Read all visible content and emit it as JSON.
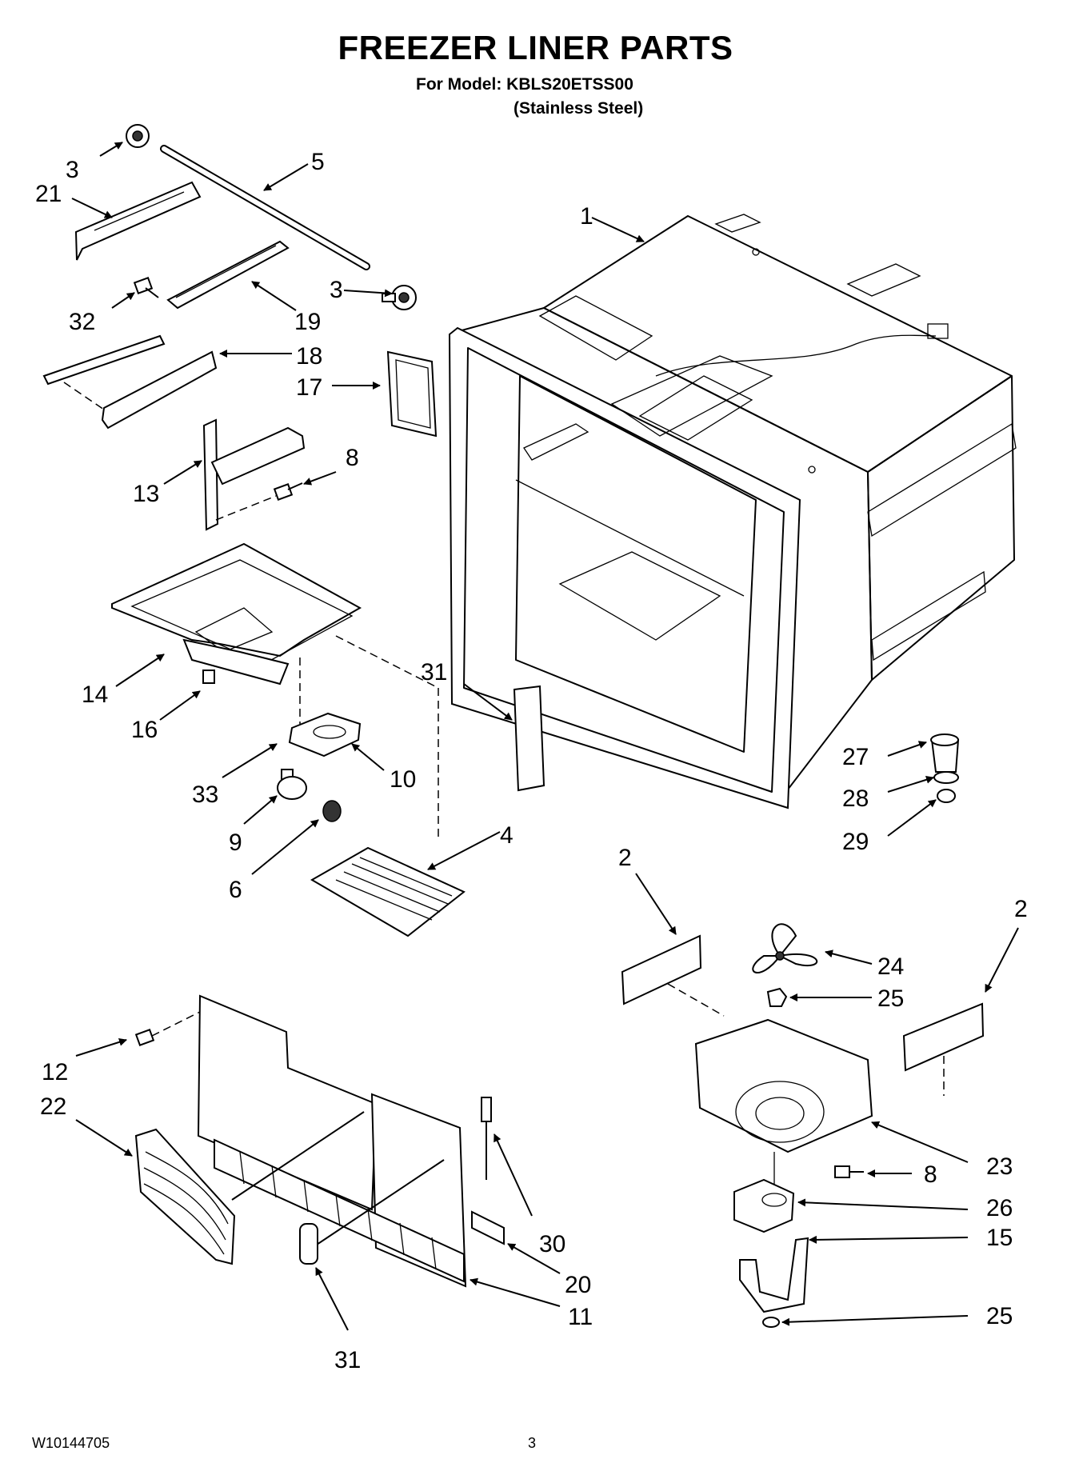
{
  "header": {
    "title": "FREEZER LINER PARTS",
    "model": "For Model: KBLS20ETSS00",
    "finish": "(Stainless Steel)"
  },
  "callouts": {
    "c1": "1",
    "c2a": "2",
    "c2b": "2",
    "c3a": "3",
    "c3b": "3",
    "c4": "4",
    "c5": "5",
    "c6": "6",
    "c8a": "8",
    "c8b": "8",
    "c9": "9",
    "c10": "10",
    "c11": "11",
    "c12": "12",
    "c13": "13",
    "c14": "14",
    "c15": "15",
    "c16": "16",
    "c17": "17",
    "c18": "18",
    "c19": "19",
    "c20": "20",
    "c21": "21",
    "c22": "22",
    "c23": "23",
    "c24": "24",
    "c25a": "25",
    "c25b": "25",
    "c26": "26",
    "c27": "27",
    "c28": "28",
    "c29": "29",
    "c30": "30",
    "c31a": "31",
    "c31b": "31",
    "c32": "32",
    "c33": "33"
  },
  "footer": {
    "doc_number": "W10144705",
    "page_number": "3"
  }
}
